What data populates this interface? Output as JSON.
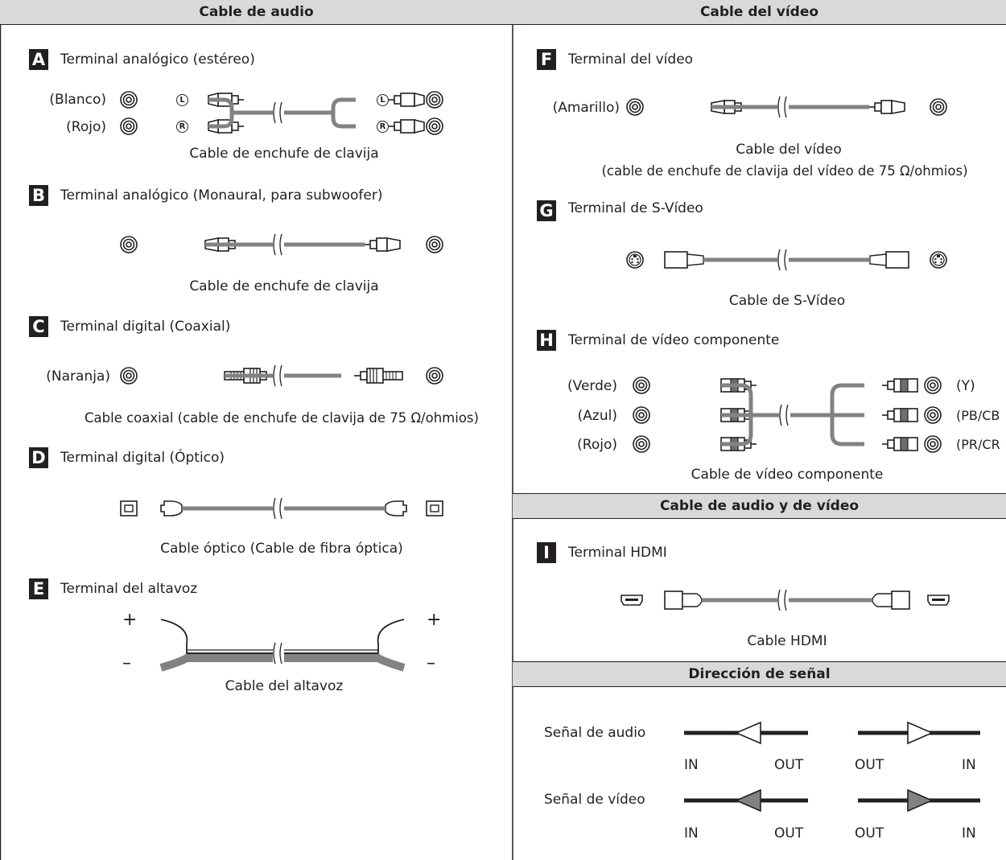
{
  "left_column": {
    "header": "Cable de audio",
    "sections": {
      "A": {
        "letter": "A",
        "title": "Terminal analógico (estéreo)",
        "label_white": "(Blanco)",
        "label_red": "(Rojo)",
        "plug_left": "L",
        "plug_right": "R",
        "caption": "Cable de enchufe de clavija"
      },
      "B": {
        "letter": "B",
        "title": "Terminal analógico (Monaural, para subwoofer)",
        "caption": "Cable de enchufe de clavija"
      },
      "C": {
        "letter": "C",
        "title": "Terminal digital (Coaxial)",
        "label": "(Naranja)",
        "caption": "Cable coaxial (cable de enchufe de clavija de 75 Ω/ohmios)"
      },
      "D": {
        "letter": "D",
        "title": "Terminal digital (Óptico)",
        "caption": "Cable óptico (Cable de fibra óptica)"
      },
      "E": {
        "letter": "E",
        "title": "Terminal del altavoz",
        "plus": "+",
        "minus": "–",
        "caption": "Cable del altavoz"
      }
    }
  },
  "right_column": {
    "header": "Cable del vídeo",
    "sections": {
      "F": {
        "letter": "F",
        "title": "Terminal del vídeo",
        "label": "(Amarillo)",
        "caption_line1": "Cable del vídeo",
        "caption_line2": "(cable de enchufe de clavija del vídeo de 75 Ω/ohmios)"
      },
      "G": {
        "letter": "G",
        "title": "Terminal de S-Vídeo",
        "caption": "Cable de S-Vídeo"
      },
      "H": {
        "letter": "H",
        "title": "Terminal de vídeo componente",
        "label_green": "(Verde)",
        "label_blue": "(Azul)",
        "label_red": "(Rojo)",
        "out_y": "(Y)",
        "out_pb": "(PB/CB",
        "out_pr": "(PR/CR",
        "caption": "Cable de vídeo componente"
      }
    },
    "av_header": "Cable de audio y de vídeo",
    "I": {
      "letter": "I",
      "title": "Terminal HDMI",
      "caption": "Cable HDMI"
    },
    "signal_header": "Dirección de señal",
    "signal": {
      "audio_label": "Señal de audio",
      "video_label": "Señal de vídeo",
      "in": "IN",
      "out": "OUT"
    }
  }
}
